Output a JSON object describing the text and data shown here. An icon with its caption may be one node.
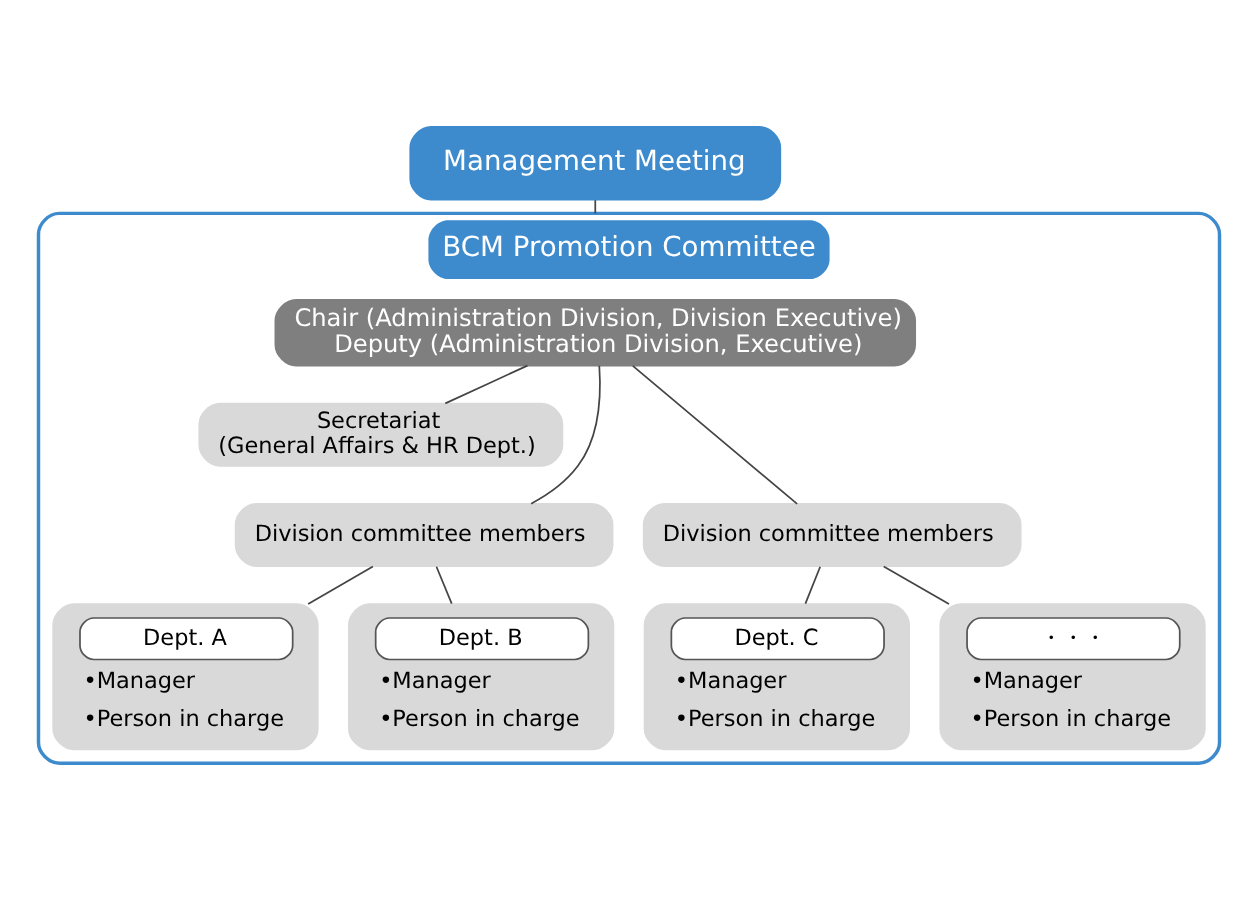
{
  "diagram": {
    "nodes": [
      {
        "text": [
          "Management Meeting"
        ]
      },
      {
        "text": [
          "BCM Promotion Committee"
        ]
      },
      {
        "text": [
          "Chair (Administration Division, Division Executive)",
          "Deputy (Administration Division, Executive)"
        ],
        "in": 1
      },
      {
        "text": [
          "Secretariat",
          "(General Affairs & HR Dept.)"
        ],
        "in": 1
      },
      {
        "text": [
          "Division committee members"
        ],
        "in": 1
      },
      {
        "text": [
          "Division committee members"
        ],
        "in": 1
      },
      {
        "text": [
          "Dept. A",
          "•Manager",
          "•Person in charge"
        ],
        "in": 1
      },
      {
        "text": [
          "Dept. B",
          "•Manager",
          "•Person in charge"
        ],
        "in": 1
      },
      {
        "text": [
          "Dept. C",
          "•Manager",
          "•Person in charge"
        ],
        "in": 1
      },
      {
        "text": [
          "・・・",
          "•Manager",
          "•Person in charge"
        ],
        "in": 1
      }
    ],
    "edges": [
      {
        "from": 0,
        "to": 1,
        "arrow": "none"
      },
      {
        "from": 2,
        "to": 3,
        "arrow": "none"
      },
      {
        "from": 2,
        "to": 4,
        "arrow": "none"
      },
      {
        "from": 2,
        "to": 5,
        "arrow": "none"
      },
      {
        "from": 4,
        "to": 6,
        "arrow": "none"
      },
      {
        "from": 4,
        "to": 7,
        "arrow": "none"
      },
      {
        "from": 5,
        "to": 8,
        "arrow": "none"
      },
      {
        "from": 5,
        "to": 9,
        "arrow": "none"
      }
    ]
  }
}
